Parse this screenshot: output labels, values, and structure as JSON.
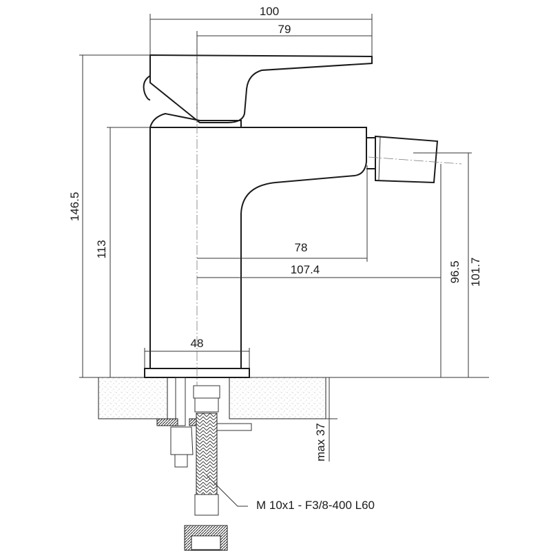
{
  "drawing": {
    "title": "Bidet mixer dimensional drawing",
    "dimensions": {
      "overall_width": "100",
      "lever_length": "79",
      "overall_height": "146.5",
      "body_height": "113",
      "spout_reach": "78",
      "aerator_reach": "107.4",
      "aerator_height_low": "96.5",
      "aerator_height_high": "101.7",
      "base_diameter": "48",
      "max_counter_thickness": "max 37"
    },
    "hose_label": "M 10x1 - F3/8-400 L60"
  }
}
